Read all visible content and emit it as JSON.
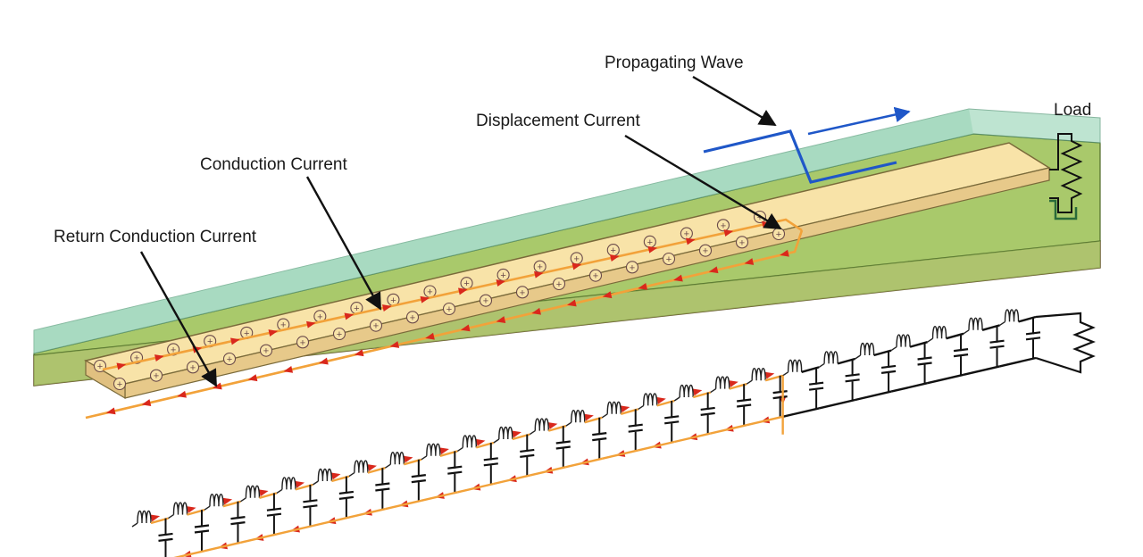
{
  "labels": {
    "propagating_wave": "Propagating Wave",
    "displacement_current": "Displacement Current",
    "conduction_current": "Conduction Current",
    "return_conduction_current": "Return Conduction Current",
    "load": "Load"
  },
  "charge_symbol": "+",
  "colors": {
    "dielectric_top": "#a9dcc2",
    "dielectric_side": "#8fcfae",
    "ground_plane": "#a9c96b",
    "ground_dark": "#95b85a",
    "substrate_edge": "#f6dca8",
    "trace": "#f8e3a8",
    "trace_edge": "#7a6a3a",
    "current": "#f2a23a",
    "arrow_red": "#d9281c",
    "wave_blue": "#1f57c8",
    "circuit_black": "#111111"
  }
}
